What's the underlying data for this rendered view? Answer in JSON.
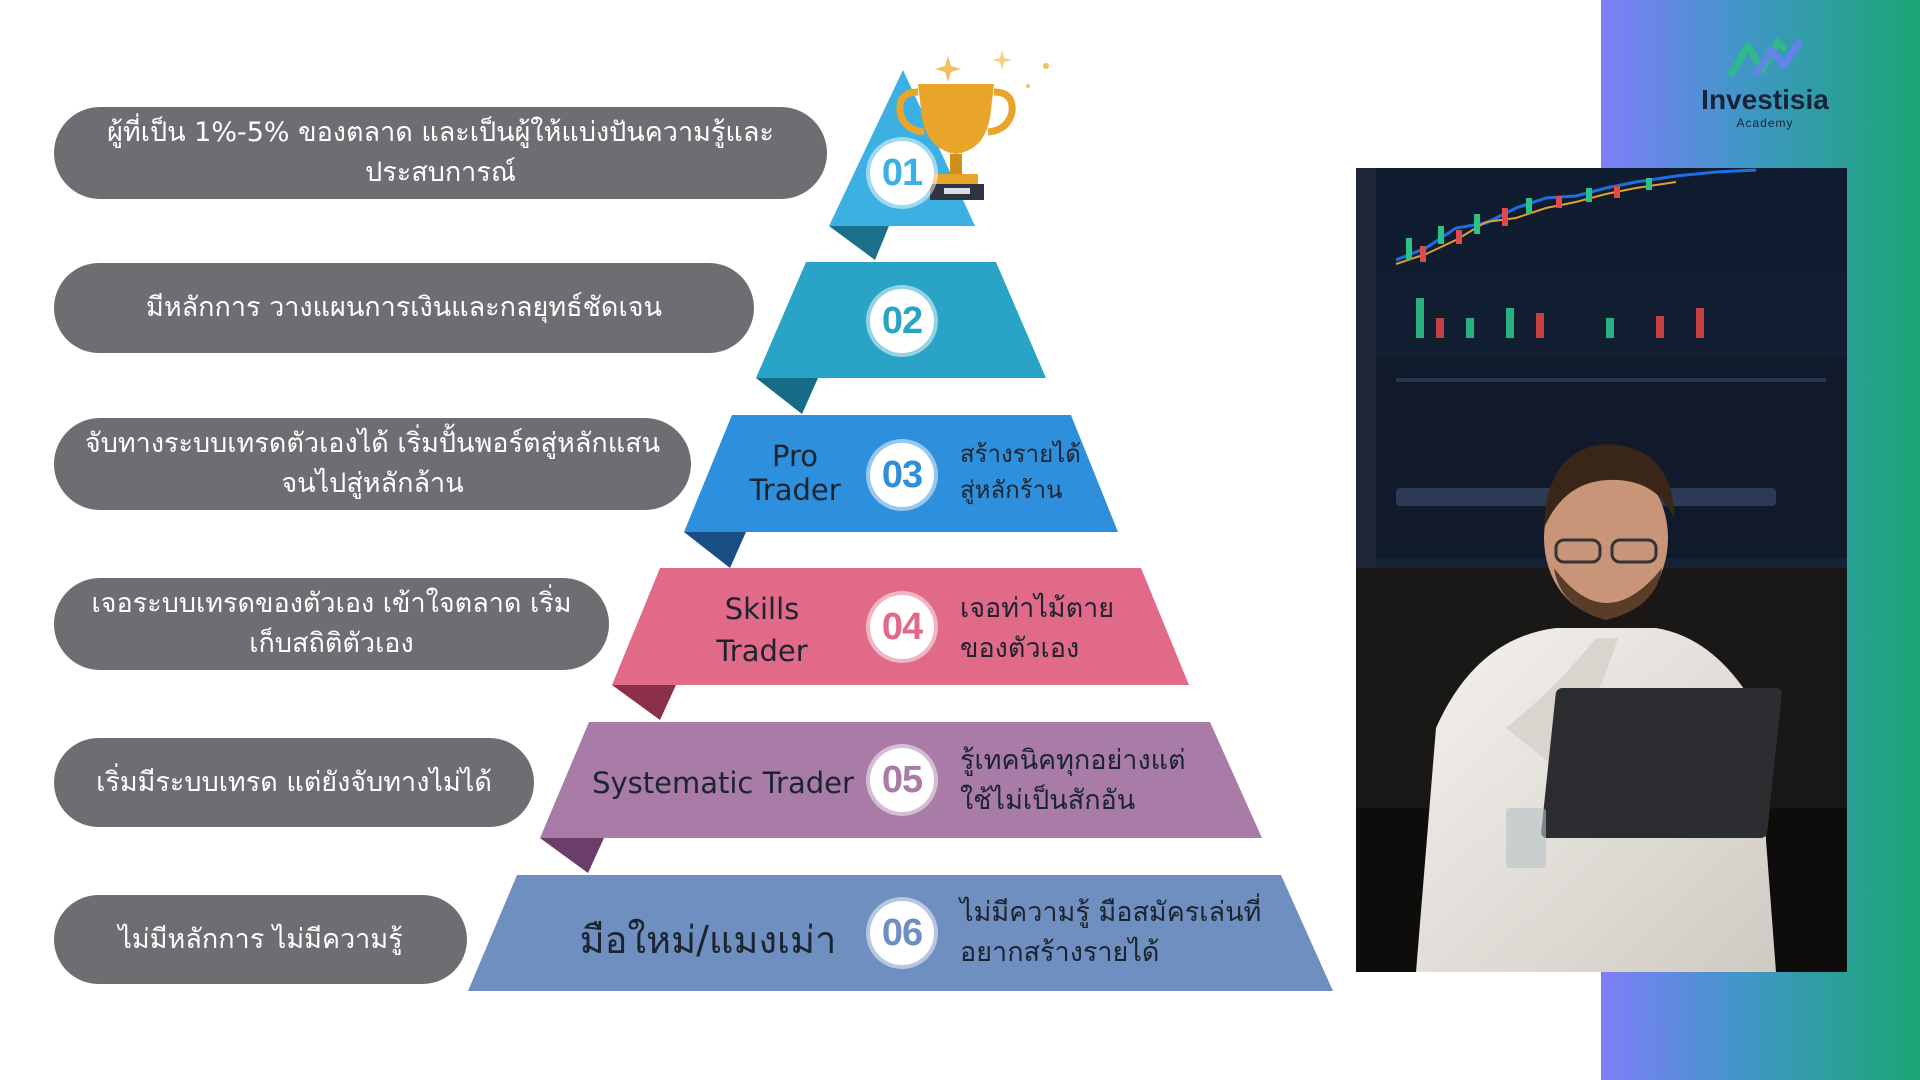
{
  "brand": {
    "name": "Investisia",
    "sub": "Academy"
  },
  "pills": [
    {
      "text": "ผู้ที่เป็น 1%-5% ของตลาด และเป็นผู้ให้แบ่งปันความรู้และประสบการณ์"
    },
    {
      "text": "มีหลักการ วางแผนการเงินและกลยุทธ์ชัดเจน"
    },
    {
      "text": "จับทางระบบเทรดตัวเองได้ เริ่มปั้นพอร์ตสู่หลักแสนจนไปสู่หลักล้าน"
    },
    {
      "text": "เจอระบบเทรดของตัวเอง เข้าใจตลาด เริ่มเก็บสถิติตัวเอง"
    },
    {
      "text": "เริ่มมีระบบเทรด แต่ยังจับทางไม่ได้"
    },
    {
      "text": "ไม่มีหลักการ ไม่มีความรู้"
    }
  ],
  "tiers": [
    {
      "number": "01",
      "label": "",
      "desc": "",
      "color": "#3db0e3"
    },
    {
      "number": "02",
      "label": "",
      "desc": "",
      "color": "#2aa4c6"
    },
    {
      "number": "03",
      "label": "Pro\nTrader",
      "desc": "สร้างรายได้สู่หลักร้าน",
      "color": "#2e8fdc"
    },
    {
      "number": "04",
      "label": "Skills\nTrader",
      "desc": "เจอท่าไม้ตายของตัวเอง",
      "color": "#e06a88"
    },
    {
      "number": "05",
      "label": "Systematic Trader",
      "desc": "รู้เทคนิคทุกอย่างแต่ใช้ไม่เป็นสักอัน",
      "color": "#a97ba7"
    },
    {
      "number": "06",
      "label": "มือใหม่/แมงเม่า",
      "desc": "ไม่มีความรู้ มือสมัครเล่นที่อยากสร้างรายได้",
      "color": "#6f8fc0"
    }
  ]
}
